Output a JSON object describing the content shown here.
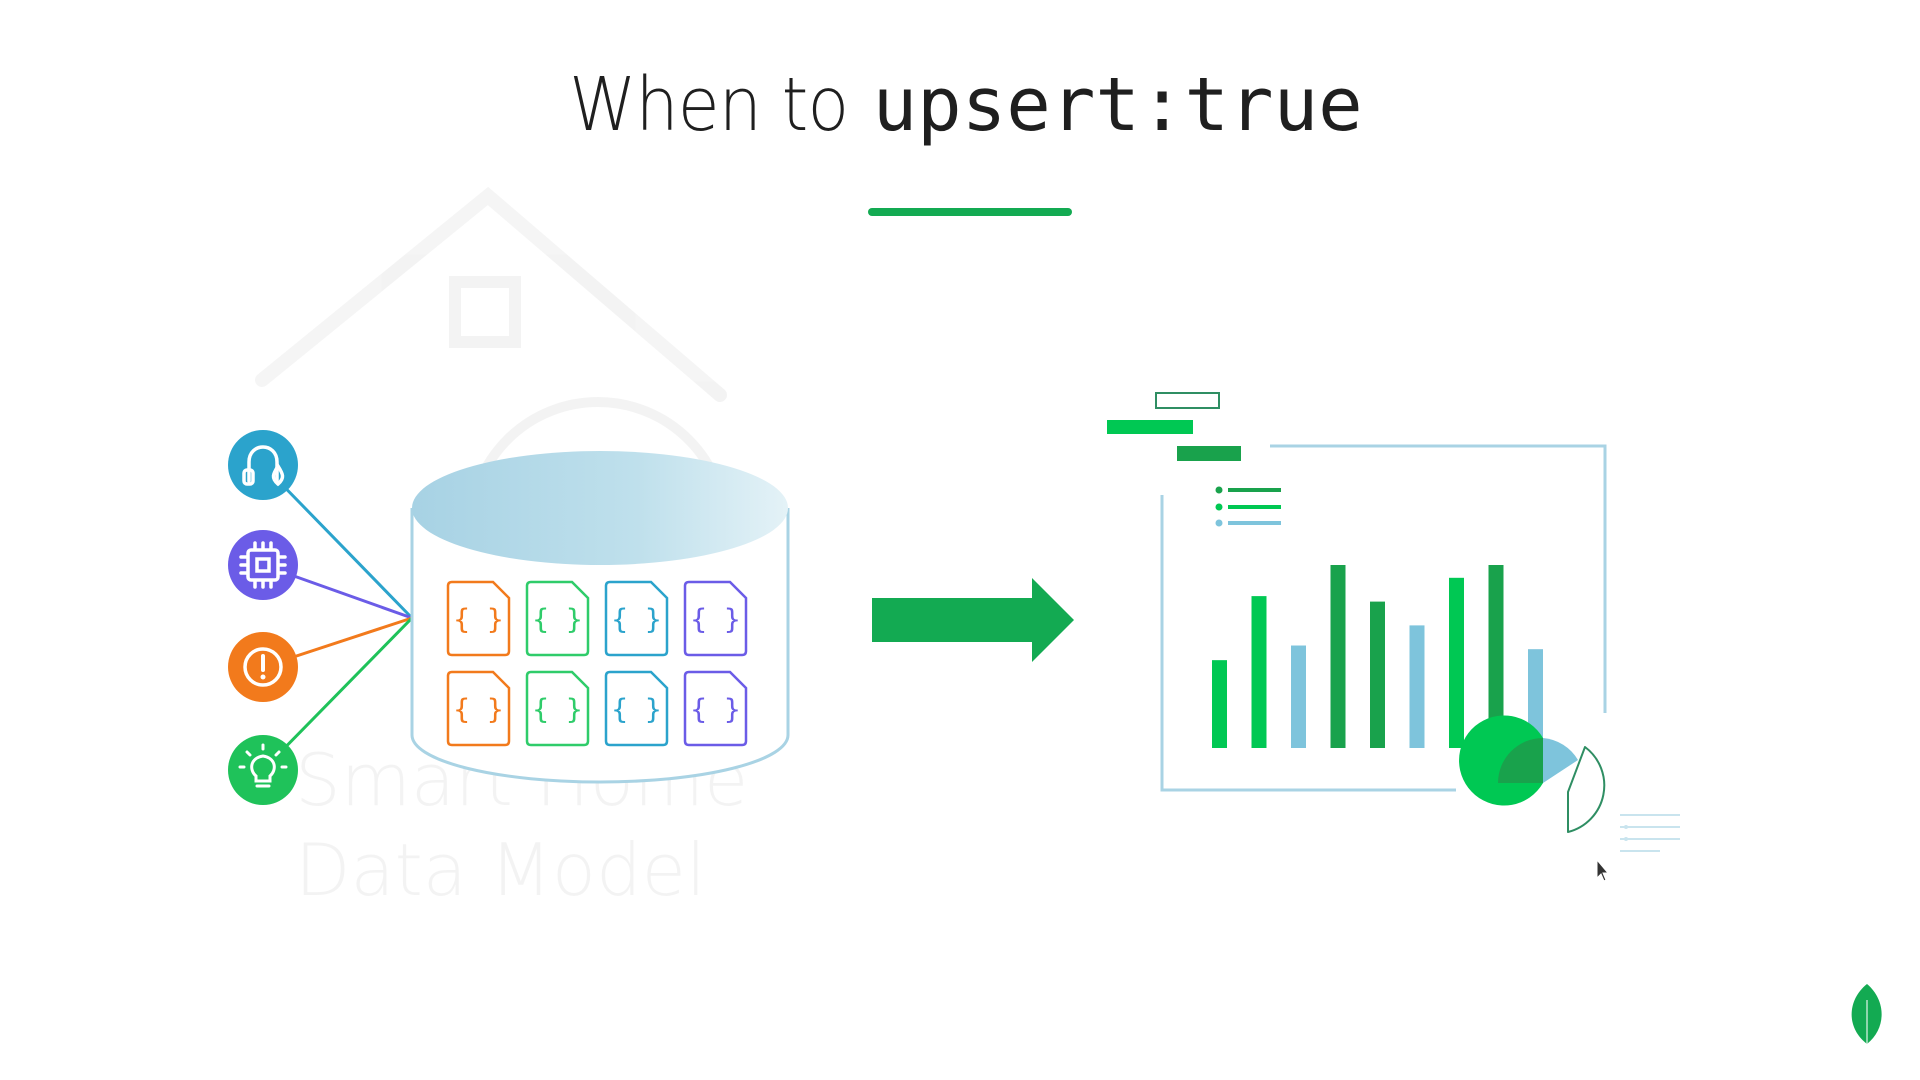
{
  "slide": {
    "title_plain": "When to",
    "title_code": "upsert:true",
    "background_watermark": {
      "line1": "Smart Home",
      "line2": "Data Model"
    }
  },
  "colors": {
    "accent_green": "#13aa52",
    "bright_green": "#00c853",
    "dark_green": "#19a24c",
    "light_blue": "#7ec4dc",
    "teal": "#2b9fc7",
    "purple": "#6b5ce7",
    "orange": "#f27a1c",
    "frame_blue": "#a9d3e4"
  },
  "sources": [
    {
      "icon": "headphones-icon",
      "color": "#2ba3cc"
    },
    {
      "icon": "chip-icon",
      "color": "#6b5ce7"
    },
    {
      "icon": "alert-icon",
      "color": "#f27a1c"
    },
    {
      "icon": "lightbulb-icon",
      "color": "#1fc25a"
    }
  ],
  "documents": {
    "glyph": "{ }",
    "colors": [
      "#f27a1c",
      "#2fcc6a",
      "#2ba3cc",
      "#6b5ce7"
    ]
  },
  "dashboard_bars": [
    {
      "value": 0.48,
      "tone": "bright"
    },
    {
      "value": 0.83,
      "tone": "bright"
    },
    {
      "value": 0.56,
      "tone": "blue"
    },
    {
      "value": 1.0,
      "tone": "dark"
    },
    {
      "value": 0.8,
      "tone": "dark"
    },
    {
      "value": 0.67,
      "tone": "blue"
    },
    {
      "value": 0.93,
      "tone": "bright"
    },
    {
      "value": 1.0,
      "tone": "dark"
    },
    {
      "value": 0.54,
      "tone": "blue"
    }
  ]
}
